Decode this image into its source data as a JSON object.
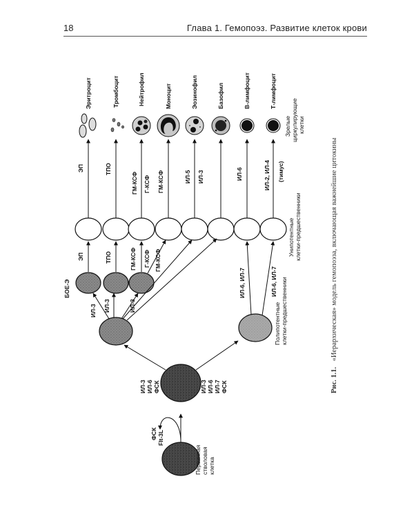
{
  "header": {
    "page_number": "18",
    "running_title": "Глава 1. Гемопоэз. Развитие клеток крови"
  },
  "figure": {
    "stem_cell_label": [
      "Первичная",
      "стволовая",
      "клетка"
    ],
    "self_renewal_factors": [
      "ФСК",
      "Flt-3L"
    ],
    "stem_to_multi_factors": [
      "ИЛ-3",
      "ИЛ-6",
      "ФСК"
    ],
    "stem_to_poly_factors": [
      "ИЛ-3",
      "ИЛ-6",
      "ИЛ-7",
      "ФСК"
    ],
    "multi_to_boe": "ИЛ-3",
    "multi_to_tpo": "ИЛ-3",
    "multi_to_gran": "ИЛ-3",
    "poly_label": [
      "Полипотентные",
      "клетки-предшественники"
    ],
    "boe_label": "БОЕ-Э",
    "boe_to_uni": "ЭП",
    "tpo_to_uni": "ТПО",
    "gran_to_neut": [
      "ГМ-КСФ",
      "Г-КСФ"
    ],
    "gran_to_mono": "ГМ-КСФ",
    "poly_to_b": "ИЛ-6, ИЛ-7",
    "poly_to_t": "ИЛ-6, ИЛ-7",
    "unipotent_label": [
      "Унипотентные",
      "клетки-предшественники"
    ],
    "final_factors": {
      "erythrocyte": "ЭП",
      "thrombocyte": "ТПО",
      "neutrophil": [
        "ГМ-КСФ",
        "Г-КСФ"
      ],
      "monocyte": "ГМ-КСФ",
      "eosinophil": [
        "ИЛ-5",
        "ИЛ-3"
      ],
      "basophil": "",
      "b_lymphocyte": "ИЛ-6",
      "t_lymphocyte": [
        "ИЛ-2, ИЛ-4",
        "(тимус)"
      ]
    },
    "mature_cells": [
      "Эритроцит",
      "Тромбоцит",
      "Нейтрофил",
      "Моноцит",
      "Эозинофил",
      "Базофил",
      "В-лимфоцит",
      "Т-лимфоцит"
    ],
    "mature_label": [
      "Зрелые",
      "циркулирующие",
      "клетки"
    ]
  },
  "caption": {
    "label": "Рис. 1.1.",
    "text": "«Иерархическая» модель гемопоэза, включающая важнейшие цитокины"
  }
}
